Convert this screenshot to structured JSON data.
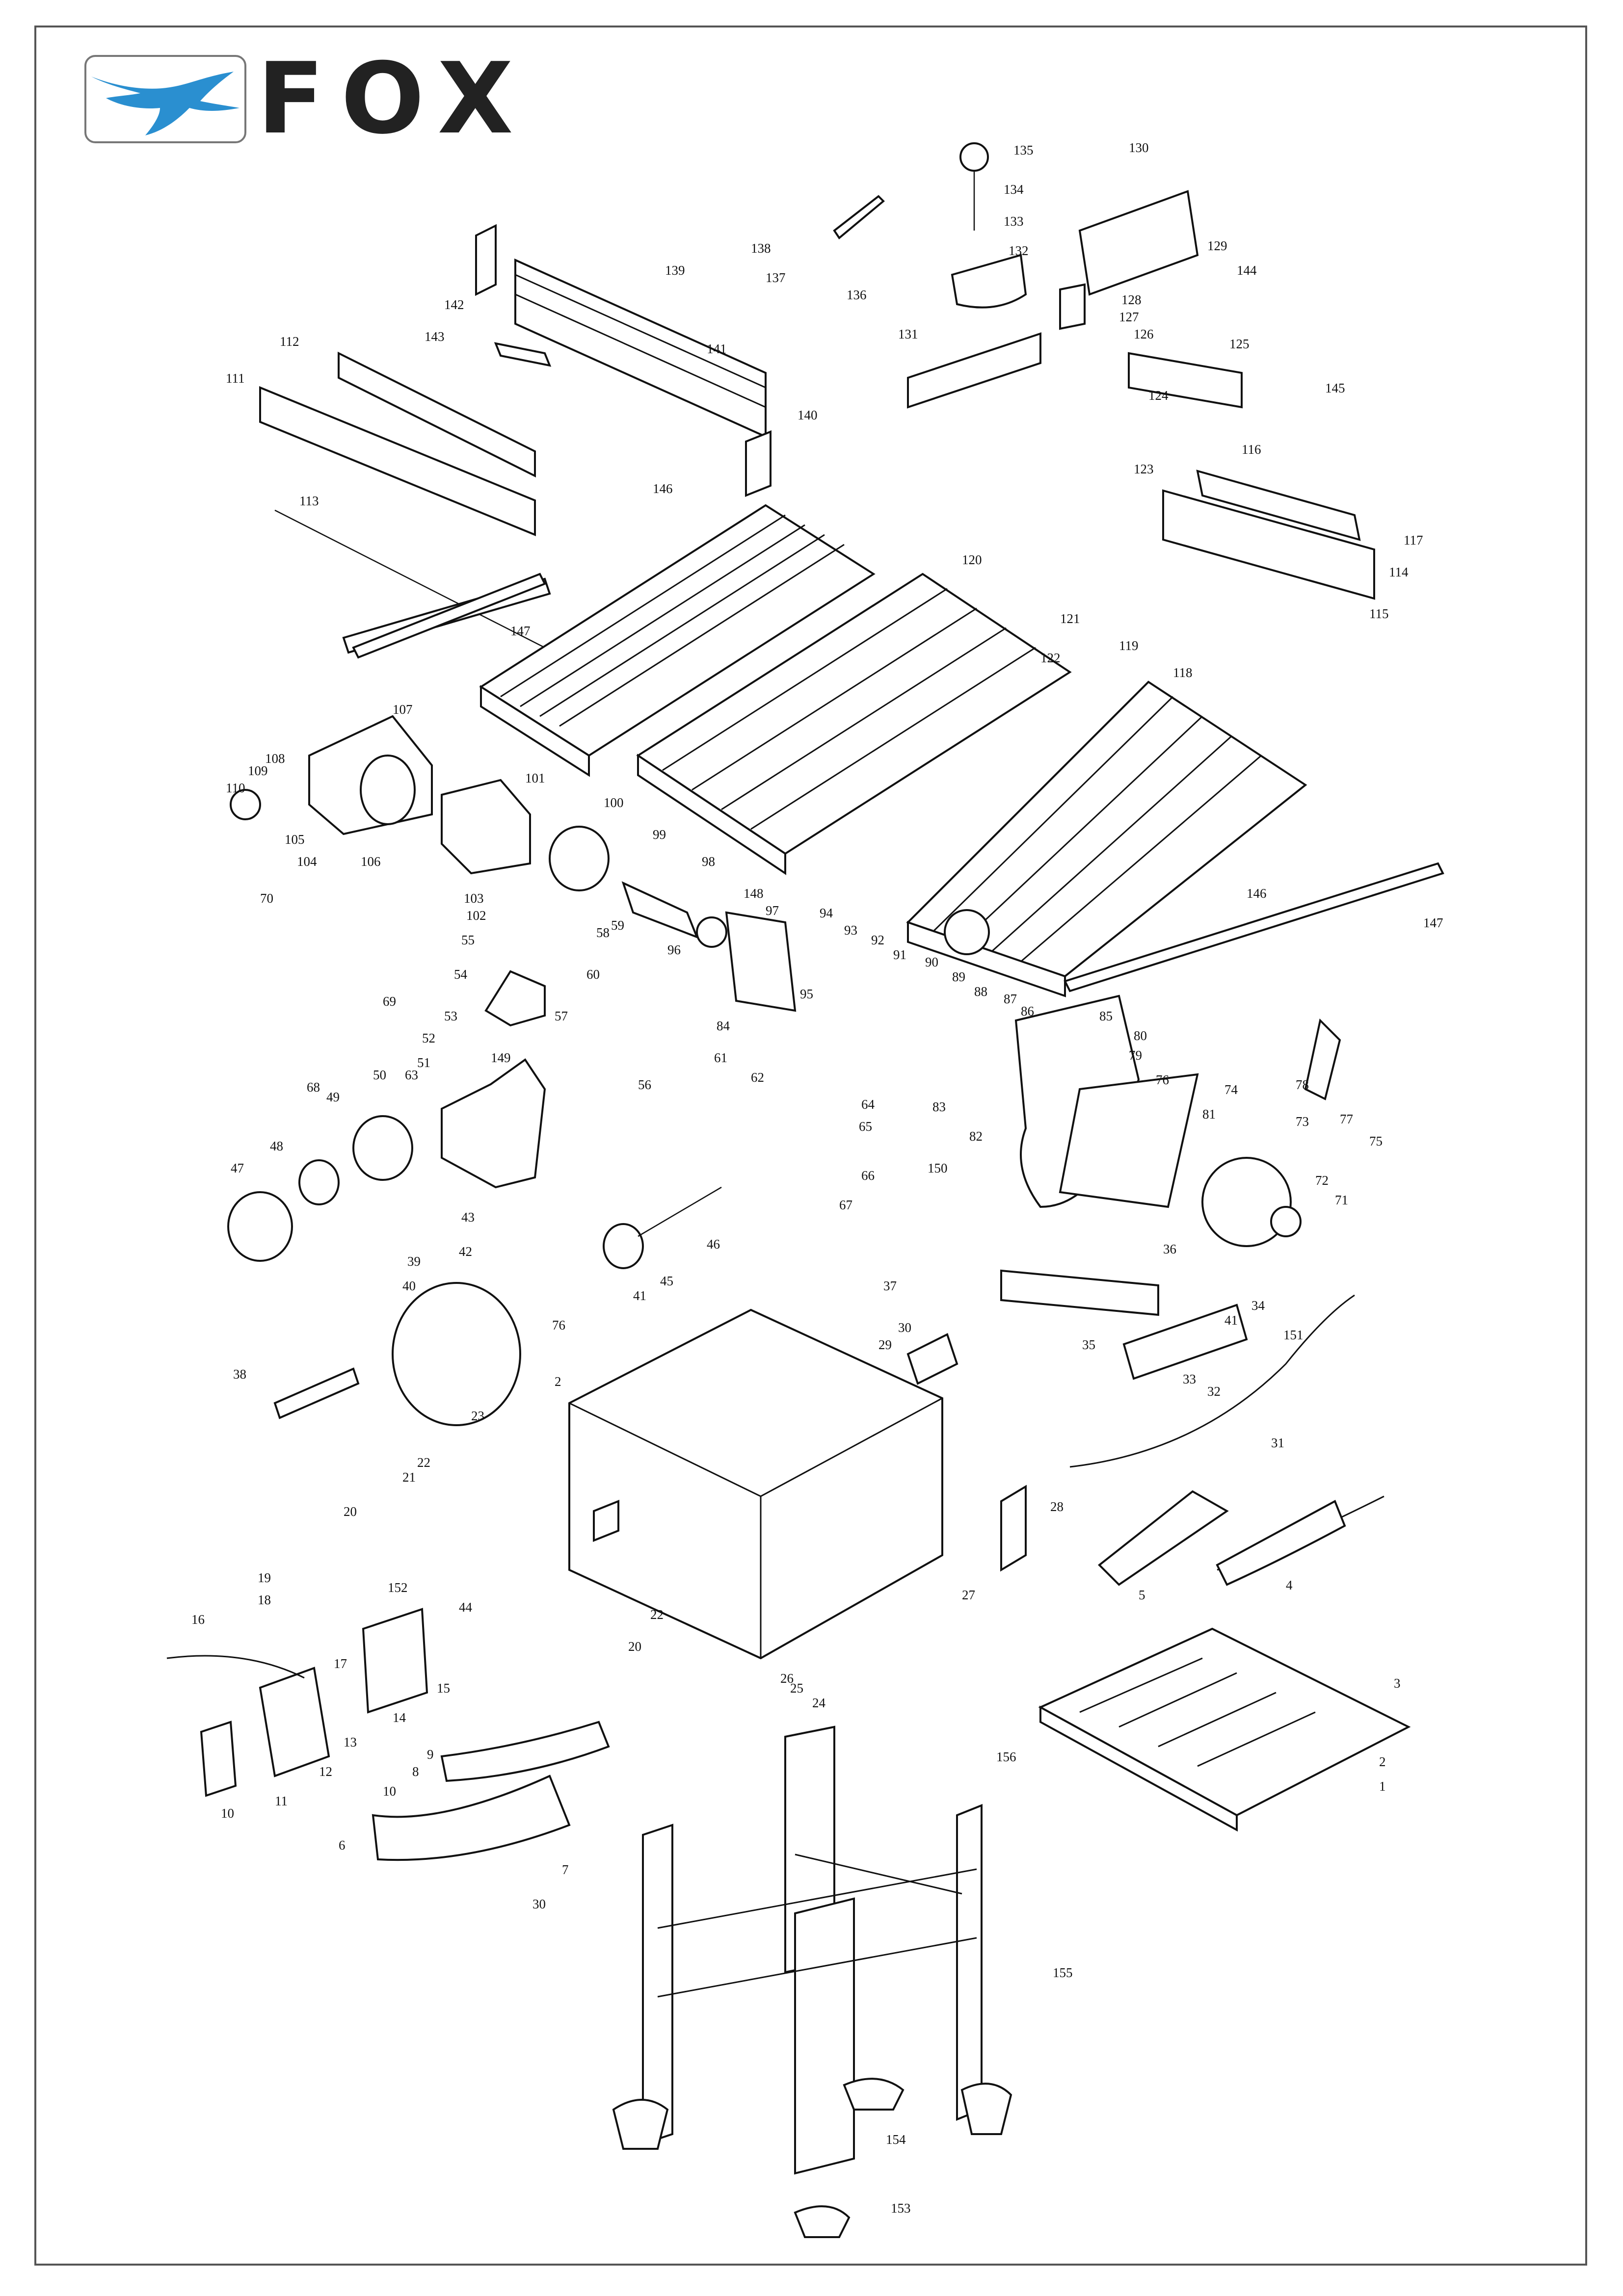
{
  "brand": {
    "name": "FOX",
    "accent": "#2a8fd0",
    "stroke": "#111111"
  },
  "icons": {
    "logo": "fox-running-logo-icon"
  },
  "parts": [
    {
      "n": "1"
    },
    {
      "n": "2"
    },
    {
      "n": "3"
    },
    {
      "n": "4"
    },
    {
      "n": "5"
    },
    {
      "n": "6"
    },
    {
      "n": "7"
    },
    {
      "n": "8"
    },
    {
      "n": "9"
    },
    {
      "n": "10"
    },
    {
      "n": "11"
    },
    {
      "n": "12"
    },
    {
      "n": "13"
    },
    {
      "n": "14"
    },
    {
      "n": "15"
    },
    {
      "n": "16"
    },
    {
      "n": "17"
    },
    {
      "n": "18"
    },
    {
      "n": "19"
    },
    {
      "n": "20"
    },
    {
      "n": "21"
    },
    {
      "n": "22"
    },
    {
      "n": "23"
    },
    {
      "n": "24"
    },
    {
      "n": "25"
    },
    {
      "n": "26"
    },
    {
      "n": "27"
    },
    {
      "n": "28"
    },
    {
      "n": "29"
    },
    {
      "n": "30"
    },
    {
      "n": "31"
    },
    {
      "n": "32"
    },
    {
      "n": "33"
    },
    {
      "n": "34"
    },
    {
      "n": "35"
    },
    {
      "n": "36"
    },
    {
      "n": "37"
    },
    {
      "n": "38"
    },
    {
      "n": "39"
    },
    {
      "n": "40"
    },
    {
      "n": "41"
    },
    {
      "n": "42"
    },
    {
      "n": "43"
    },
    {
      "n": "44"
    },
    {
      "n": "45"
    },
    {
      "n": "46"
    },
    {
      "n": "47"
    },
    {
      "n": "48"
    },
    {
      "n": "49"
    },
    {
      "n": "50"
    },
    {
      "n": "51"
    },
    {
      "n": "52"
    },
    {
      "n": "53"
    },
    {
      "n": "54"
    },
    {
      "n": "55"
    },
    {
      "n": "56"
    },
    {
      "n": "57"
    },
    {
      "n": "58"
    },
    {
      "n": "59"
    },
    {
      "n": "60"
    },
    {
      "n": "61"
    },
    {
      "n": "62"
    },
    {
      "n": "63"
    },
    {
      "n": "64"
    },
    {
      "n": "65"
    },
    {
      "n": "66"
    },
    {
      "n": "67"
    },
    {
      "n": "68"
    },
    {
      "n": "69"
    },
    {
      "n": "70"
    },
    {
      "n": "71"
    },
    {
      "n": "72"
    },
    {
      "n": "73"
    },
    {
      "n": "74"
    },
    {
      "n": "75"
    },
    {
      "n": "76"
    },
    {
      "n": "77"
    },
    {
      "n": "78"
    },
    {
      "n": "79"
    },
    {
      "n": "80"
    },
    {
      "n": "81"
    },
    {
      "n": "82"
    },
    {
      "n": "83"
    },
    {
      "n": "84"
    },
    {
      "n": "85"
    },
    {
      "n": "86"
    },
    {
      "n": "87"
    },
    {
      "n": "88"
    },
    {
      "n": "89"
    },
    {
      "n": "90"
    },
    {
      "n": "91"
    },
    {
      "n": "92"
    },
    {
      "n": "93"
    },
    {
      "n": "94"
    },
    {
      "n": "95"
    },
    {
      "n": "96"
    },
    {
      "n": "97"
    },
    {
      "n": "98"
    },
    {
      "n": "99"
    },
    {
      "n": "100"
    },
    {
      "n": "101"
    },
    {
      "n": "102"
    },
    {
      "n": "103"
    },
    {
      "n": "104"
    },
    {
      "n": "105"
    },
    {
      "n": "106"
    },
    {
      "n": "107"
    },
    {
      "n": "108"
    },
    {
      "n": "109"
    },
    {
      "n": "110"
    },
    {
      "n": "111"
    },
    {
      "n": "112"
    },
    {
      "n": "113"
    },
    {
      "n": "114"
    },
    {
      "n": "115"
    },
    {
      "n": "116"
    },
    {
      "n": "117"
    },
    {
      "n": "118"
    },
    {
      "n": "119"
    },
    {
      "n": "120"
    },
    {
      "n": "121"
    },
    {
      "n": "122"
    },
    {
      "n": "123"
    },
    {
      "n": "124"
    },
    {
      "n": "125"
    },
    {
      "n": "126"
    },
    {
      "n": "127"
    },
    {
      "n": "128"
    },
    {
      "n": "129"
    },
    {
      "n": "130"
    },
    {
      "n": "131"
    },
    {
      "n": "132"
    },
    {
      "n": "133"
    },
    {
      "n": "134"
    },
    {
      "n": "135"
    },
    {
      "n": "136"
    },
    {
      "n": "137"
    },
    {
      "n": "138"
    },
    {
      "n": "139"
    },
    {
      "n": "140"
    },
    {
      "n": "141"
    },
    {
      "n": "142"
    },
    {
      "n": "143"
    },
    {
      "n": "144"
    },
    {
      "n": "145"
    },
    {
      "n": "146"
    },
    {
      "n": "147"
    },
    {
      "n": "148"
    },
    {
      "n": "149"
    },
    {
      "n": "150"
    },
    {
      "n": "151"
    },
    {
      "n": "152"
    },
    {
      "n": "153"
    },
    {
      "n": "154"
    },
    {
      "n": "155"
    },
    {
      "n": "156"
    }
  ]
}
